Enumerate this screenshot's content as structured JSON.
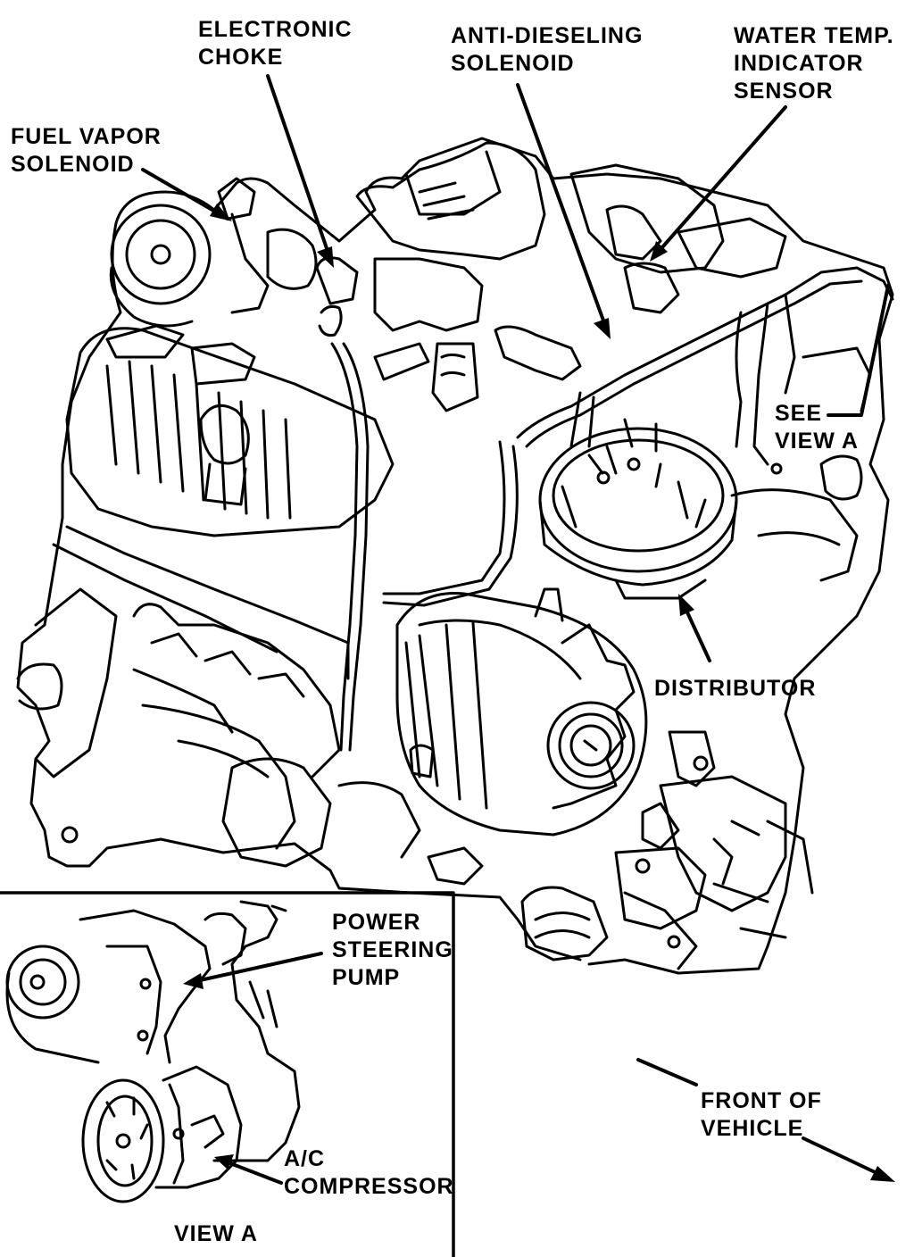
{
  "callouts": {
    "electronic_choke": [
      "ELECTRONIC",
      "CHOKE"
    ],
    "anti_dieseling_solenoid": [
      "ANTI-DIESELING",
      "SOLENOID"
    ],
    "water_temp_sensor": [
      "WATER TEMP.",
      "INDICATOR",
      "SENSOR"
    ],
    "fuel_vapor_solenoid": [
      "FUEL VAPOR",
      "SOLENOID"
    ],
    "see_view_a": [
      "SEE",
      "VIEW A"
    ],
    "distributor": [
      "DISTRIBUTOR"
    ],
    "power_steering_pump": [
      "POWER",
      "STEERING",
      "PUMP"
    ],
    "ac_compressor": [
      "A/C",
      "COMPRESSOR"
    ],
    "view_a_caption": [
      "VIEW A"
    ],
    "front_of_vehicle": [
      "FRONT OF",
      "VEHICLE"
    ]
  }
}
